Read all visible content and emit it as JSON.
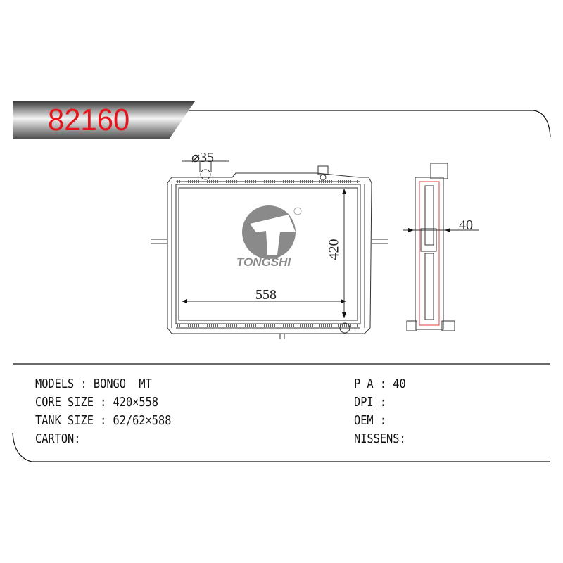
{
  "header": {
    "part_number": "82160"
  },
  "drawing": {
    "inlet_diameter": "35",
    "inlet_diameter_symbol": "⌀",
    "core_height": "420",
    "core_width": "558",
    "thickness": "40",
    "logo_text": "TONGSHI"
  },
  "specs": {
    "left": [
      {
        "label": "MODELS : BONGO  MT"
      },
      {
        "label": "CORE SIZE : 420×558"
      },
      {
        "label": "TANK SIZE : 62/62×588"
      },
      {
        "label": "CARTON:"
      }
    ],
    "right": [
      {
        "label": "P A : 40"
      },
      {
        "label": "DPI :"
      },
      {
        "label": "OEM :"
      },
      {
        "label": "NISSENS:"
      }
    ]
  },
  "colors": {
    "part_number": "#e8141b",
    "logo": "#8a8a8a",
    "side_tank": "#e04040"
  }
}
